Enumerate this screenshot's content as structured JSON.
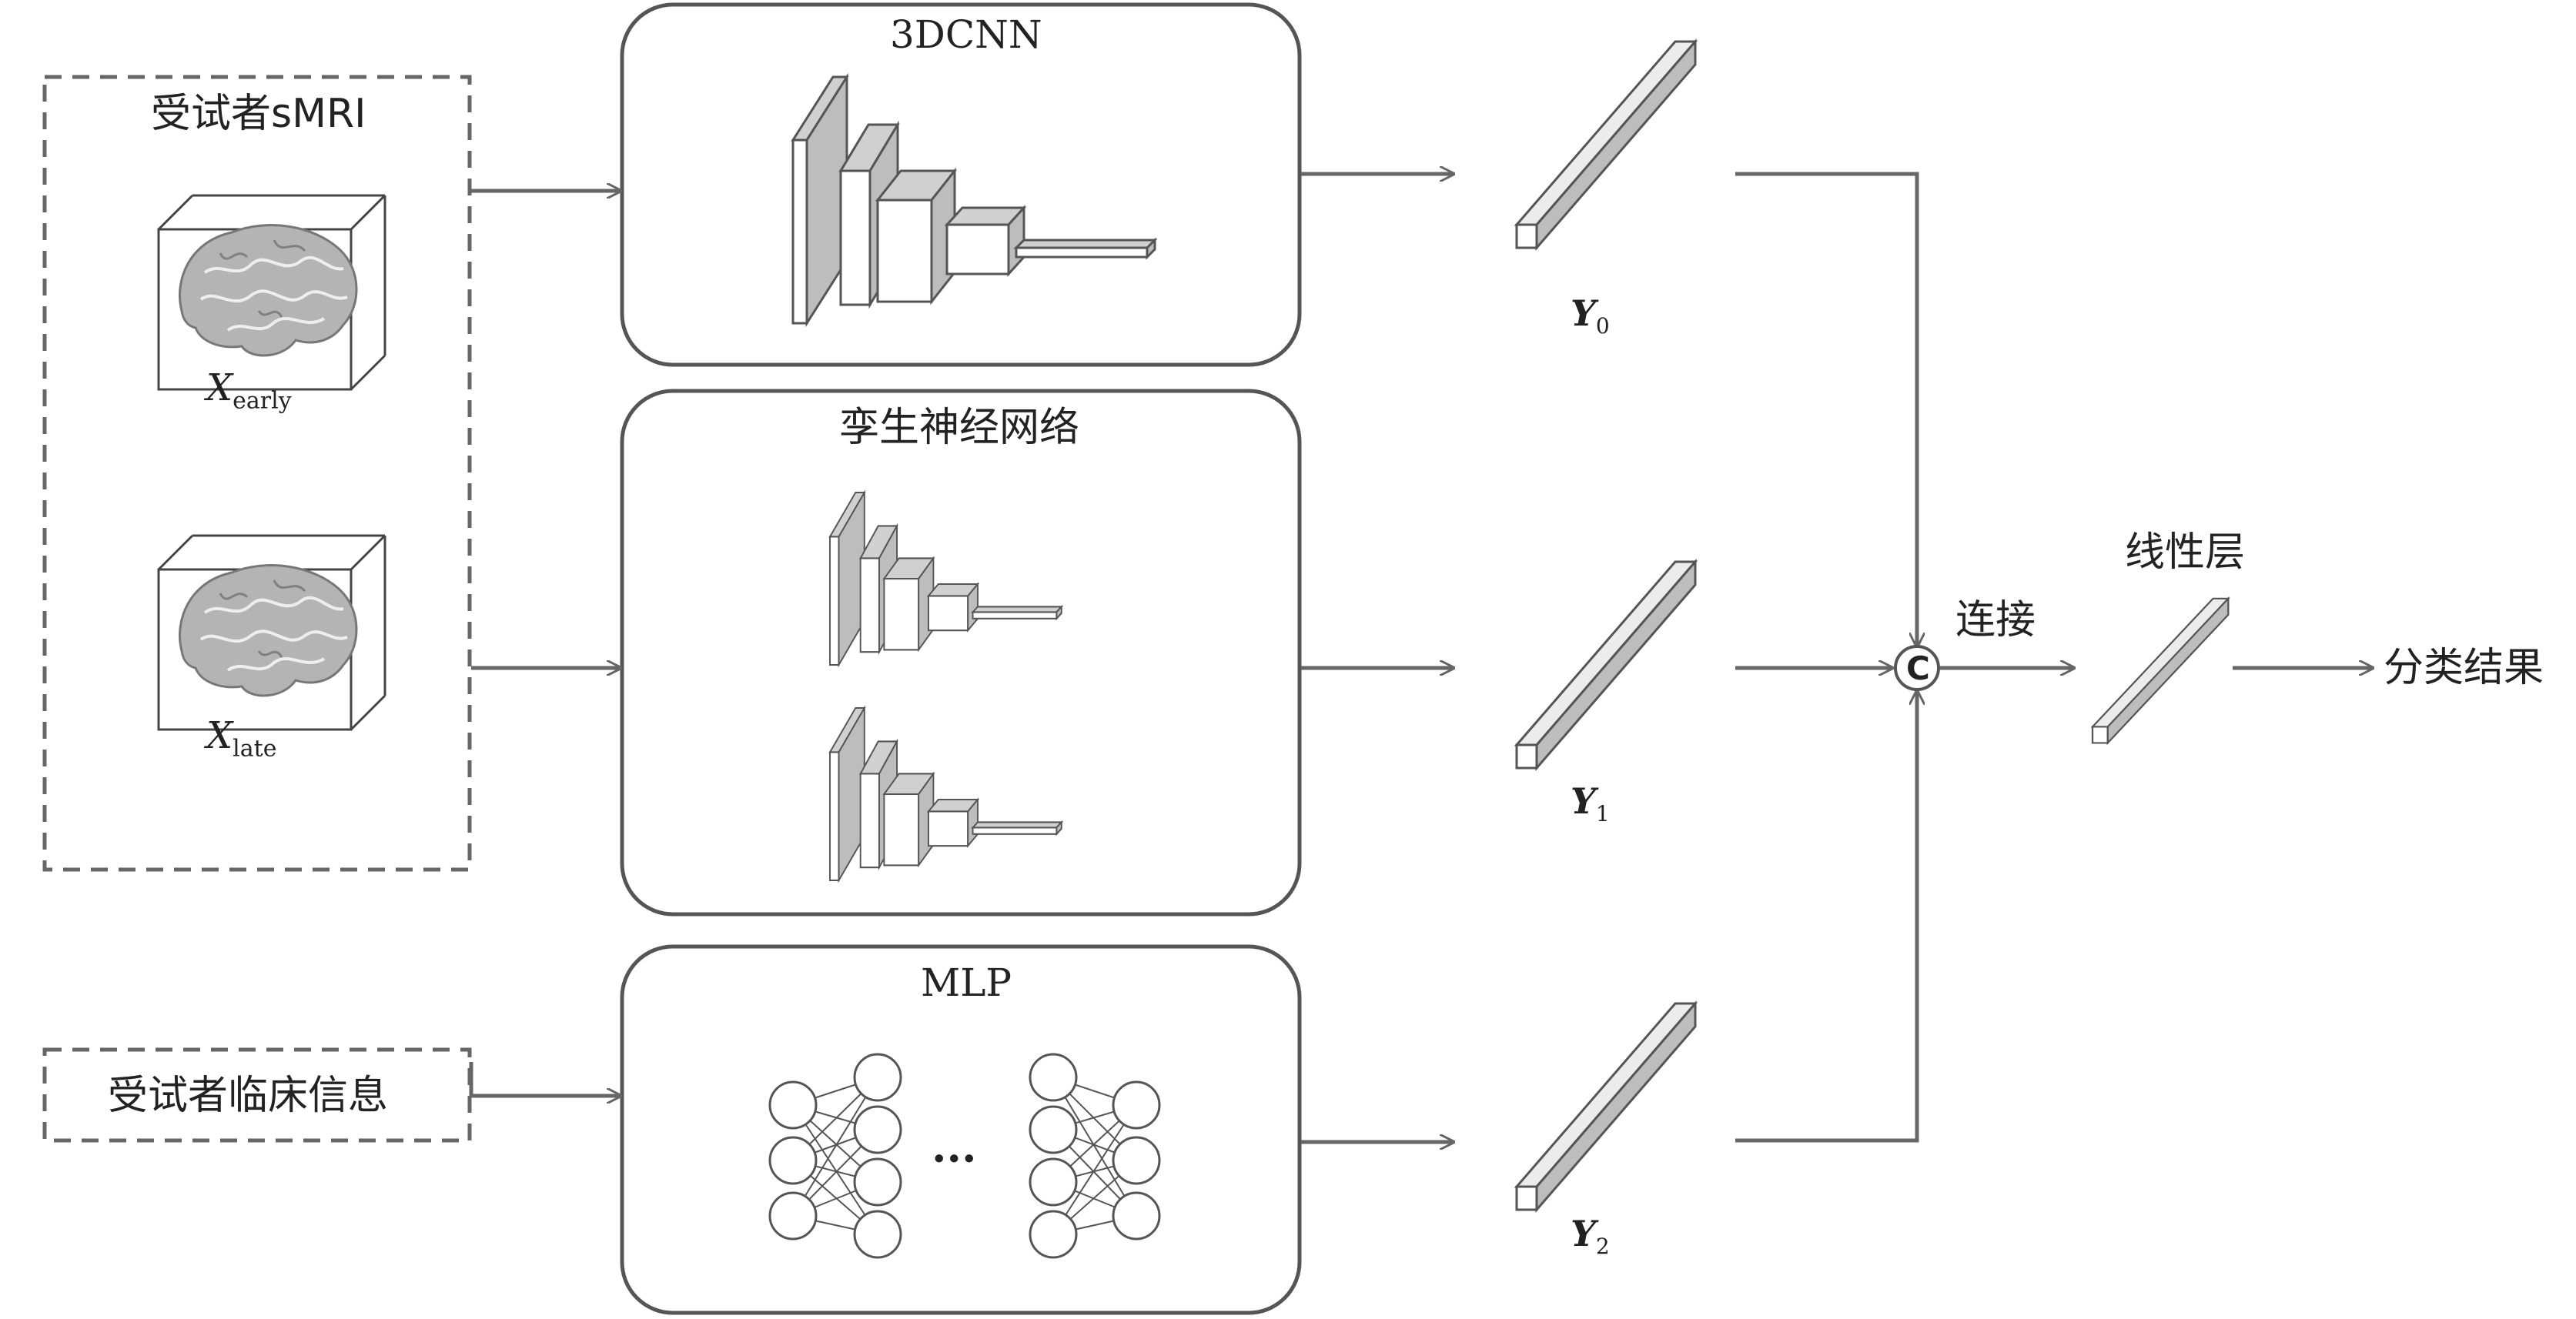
{
  "input_group": {
    "title": "受试者sMRI",
    "scan_early": {
      "var": "X",
      "sub": "early"
    },
    "scan_late": {
      "var": "X",
      "sub": "late"
    }
  },
  "clinical_input": {
    "label": "受试者临床信息"
  },
  "modules": {
    "cnn": {
      "title": "3DCNN"
    },
    "siamese": {
      "title": "孪生神经网络"
    },
    "mlp": {
      "title": "MLP",
      "ellipsis": "···"
    }
  },
  "features": [
    {
      "var": "Y",
      "sub": "0"
    },
    {
      "var": "Y",
      "sub": "1"
    },
    {
      "var": "Y",
      "sub": "2"
    }
  ],
  "concat": {
    "symbol": "C",
    "label": "连接"
  },
  "linear_layer": {
    "label": "线性层"
  },
  "output": {
    "label": "分类结果"
  },
  "colors": {
    "line": "#666666",
    "block_face": "#ffffff",
    "block_side": "#bdbdbd",
    "brain": "#a9a9a9"
  }
}
